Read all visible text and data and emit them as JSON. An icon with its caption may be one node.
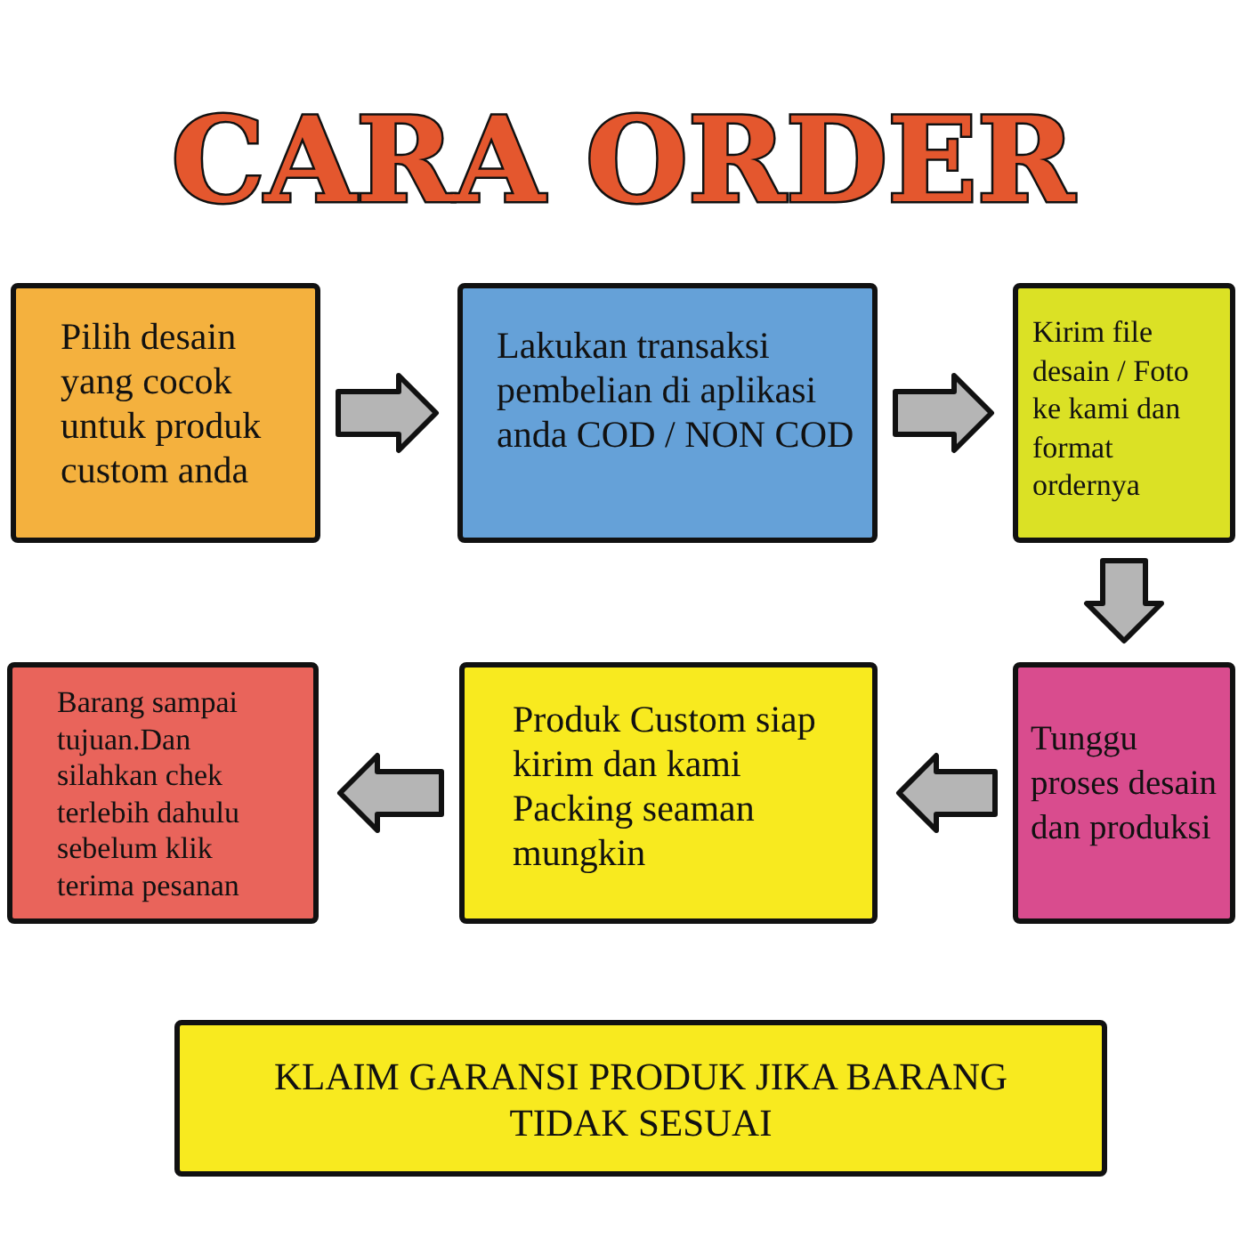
{
  "diagram": {
    "title": "CARA ORDER",
    "nodes": [
      {
        "text": [
          "Pilih desain yang cocok untuk produk custom anda"
        ]
      },
      {
        "text": [
          "Lakukan transaksi pembelian di aplikasi anda COD / NON COD"
        ]
      },
      {
        "text": [
          "Kirim file desain / Foto ke kami dan format ordernya"
        ]
      },
      {
        "text": [
          "Tunggu proses desain dan produksi"
        ]
      },
      {
        "text": [
          "Produk Custom siap kirim dan kami Packing seaman mungkin"
        ]
      },
      {
        "text": [
          "Barang sampai tujuan.Dan silahkan chek terlebih dahulu sebelum klik terima pesanan"
        ]
      },
      {
        "text": [
          "KLAIM GARANSI PRODUK JIKA BARANG TIDAK SESUAI"
        ]
      }
    ],
    "edges": [
      {
        "from": 0,
        "to": 1,
        "arrow": "to"
      },
      {
        "from": 1,
        "to": 2,
        "arrow": "to"
      },
      {
        "from": 2,
        "to": 3,
        "arrow": "to"
      },
      {
        "from": 3,
        "to": 4,
        "arrow": "to"
      },
      {
        "from": 4,
        "to": 5,
        "arrow": "to"
      }
    ]
  }
}
